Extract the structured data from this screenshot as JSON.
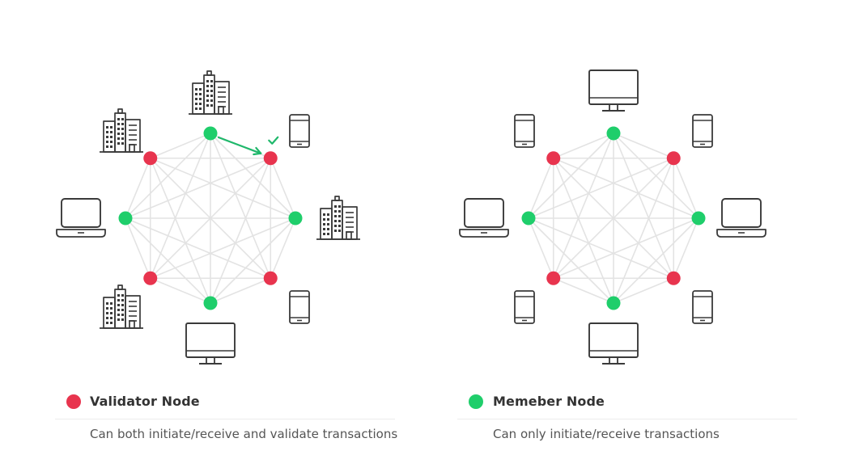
{
  "colors": {
    "validator": "#e8344e",
    "member": "#1fce6b",
    "edge": "#e3e3e3",
    "icon": "#3a3a3a",
    "arrow": "#1fb86b"
  },
  "panels": [
    {
      "id": "left",
      "nodes": [
        "member",
        "validator",
        "member",
        "validator",
        "member",
        "validator",
        "member",
        "validator"
      ],
      "devices": [
        "building-icon",
        "phone-icon",
        "building-icon",
        "phone-icon",
        "monitor-icon",
        "building-icon",
        "laptop-icon",
        "building-icon"
      ],
      "show_arrow": true,
      "legend": {
        "type": "validator",
        "title": "Validator Node",
        "desc": "Can both initiate/receive and validate transactions"
      }
    },
    {
      "id": "right",
      "nodes": [
        "member",
        "validator",
        "member",
        "validator",
        "member",
        "validator",
        "member",
        "validator"
      ],
      "devices": [
        "monitor-icon",
        "phone-icon",
        "laptop-icon",
        "phone-icon",
        "monitor-icon",
        "phone-icon",
        "laptop-icon",
        "phone-icon"
      ],
      "show_arrow": false,
      "legend": {
        "type": "member",
        "title": "Memeber Node",
        "desc": "Can only initiate/receive transactions"
      }
    }
  ]
}
